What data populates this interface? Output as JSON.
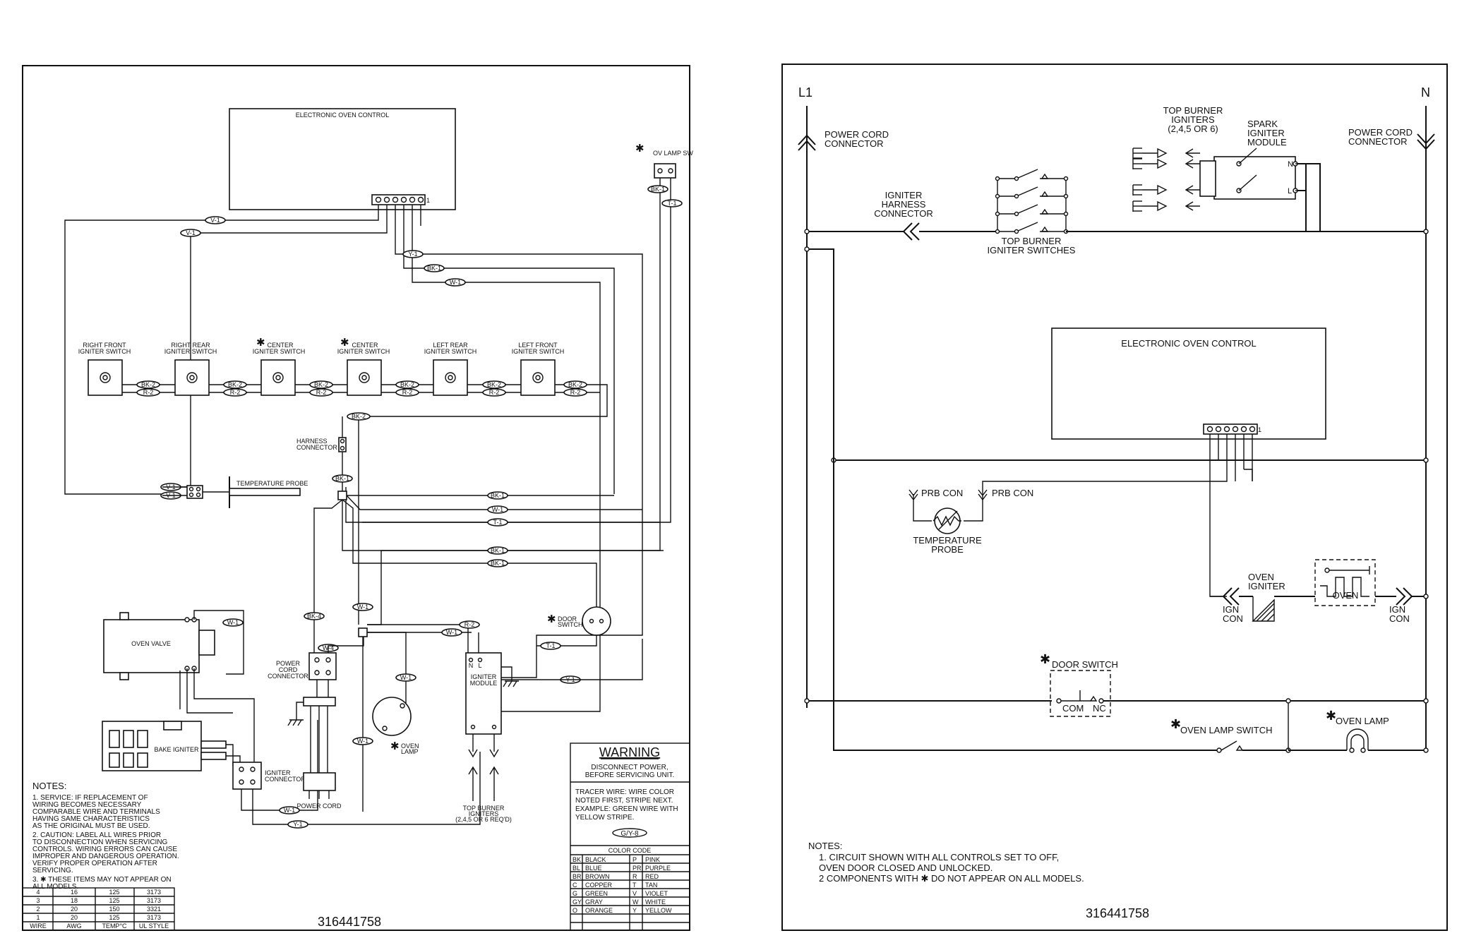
{
  "left": {
    "title": "ELECTRONIC OVEN CONTROL",
    "ov_lamp_sw": "OV LAMP SW",
    "switches": [
      {
        "l1": "RIGHT FRONT",
        "l2": "IGNITER SWITCH"
      },
      {
        "l1": "RIGHT REAR",
        "l2": "IGNITER SWITCH"
      },
      {
        "l1": "CENTER",
        "l2": "IGNITER SWITCH"
      },
      {
        "l1": "CENTER",
        "l2": "IGNITER SWITCH"
      },
      {
        "l1": "LEFT REAR",
        "l2": "IGNITER SWITCH"
      },
      {
        "l1": "LEFT FRONT",
        "l2": "IGNITER SWITCH"
      }
    ],
    "wire_bk2": "BK-2",
    "wire_r2": "R-2",
    "wire_v1": "V-1",
    "wire_y1": "Y-1",
    "wire_bk1": "BK-1",
    "wire_w1": "W-1",
    "wire_t1": "T-1",
    "wire_bk4": "BK-4",
    "wire_w4": "W-4",
    "harness_l1": "HARNESS",
    "harness_l2": "CONNECTOR",
    "temp_probe": "TEMPERATURE PROBE",
    "oven_valve": "OVEN VALVE",
    "bake_igniter": "BAKE IGNITER",
    "igniter_connector_l1": "IGNITER",
    "igniter_connector_l2": "CONNECTOR",
    "power_cord_connector_l1": "POWER",
    "power_cord_connector_l2": "CORD",
    "power_cord_connector_l3": "CONNECTOR",
    "power_cord": "POWER CORD",
    "oven_lamp_l1": "OVEN",
    "oven_lamp_l2": "LAMP",
    "door_switch_l1": "DOOR",
    "door_switch_l2": "SWITCH",
    "igniter_module_l1": "IGNITER",
    "igniter_module_l2": "MODULE",
    "top_burner_l1": "TOP BURNER",
    "top_burner_l2": "IGNITERS",
    "top_burner_l3": "(2,4,5 OR 6 REQ'D)",
    "notes_title": "NOTES:",
    "notes": [
      "1.  SERVICE:  IF REPLACEMENT OF",
      "     WIRING BECOMES NECESSARY",
      "     COMPARABLE WIRE AND TERMINALS",
      "     HAVING SAME CHARACTERISTICS",
      "     AS THE ORIGINAL MUST BE USED.",
      "2.  CAUTION:  LABEL ALL WIRES PRIOR",
      "     TO DISCONNECTION WHEN SERVICING",
      "     CONTROLS.  WIRING ERRORS CAN CAUSE",
      "     IMPROPER AND DANGEROUS OPERATION.",
      "     VERIFY PROPER OPERATION AFTER",
      "     SERVICING.",
      "3.  ✱ THESE ITEMS MAY NOT APPEAR ON",
      "     ALL MODELS."
    ],
    "wire_table": {
      "rows": [
        [
          "4",
          "16",
          "125",
          "3173"
        ],
        [
          "3",
          "18",
          "125",
          "3173"
        ],
        [
          "2",
          "20",
          "150",
          "3321"
        ],
        [
          "1",
          "20",
          "125",
          "3173"
        ]
      ],
      "header": [
        "WIRE",
        "AWG",
        "TEMP°C",
        "UL STYLE"
      ]
    },
    "part_number": "316441758",
    "warning": {
      "title": "WARNING",
      "line1": "DISCONNECT POWER,",
      "line2": "BEFORE SERVICING UNIT.",
      "tracer": [
        "TRACER WIRE:  WIRE COLOR",
        "NOTED FIRST, STRIPE NEXT.",
        "EXAMPLE:  GREEN WIRE WITH",
        "YELLOW STRIPE."
      ],
      "example": "G/Y-8"
    },
    "color_code": {
      "title": "COLOR CODE",
      "rows": [
        [
          "BK",
          "BLACK",
          "P",
          "PINK"
        ],
        [
          "BL",
          "BLUE",
          "PR",
          "PURPLE"
        ],
        [
          "BR",
          "BROWN",
          "R",
          "RED"
        ],
        [
          "C",
          "COPPER",
          "T",
          "TAN"
        ],
        [
          "G",
          "GREEN",
          "V",
          "VIOLET"
        ],
        [
          "GY",
          "GRAY",
          "W",
          "WHITE"
        ],
        [
          "O",
          "ORANGE",
          "Y",
          "YELLOW"
        ]
      ]
    }
  },
  "right": {
    "l1": "L1",
    "n": "N",
    "power_cord_connector_l1": "POWER CORD",
    "power_cord_connector_l2": "CONNECTOR",
    "igniter_harness_l1": "IGNITER",
    "igniter_harness_l2": "HARNESS",
    "igniter_harness_l3": "CONNECTOR",
    "top_burner_switches_l1": "TOP BURNER",
    "top_burner_switches_l2": "IGNITER SWITCHES",
    "top_burner_igniters_l1": "TOP BURNER",
    "top_burner_igniters_l2": "IGNITERS",
    "top_burner_igniters_l3": "(2,4,5 OR 6)",
    "spark_module_l1": "SPARK",
    "spark_module_l2": "IGNITER",
    "spark_module_l3": "MODULE",
    "module_n": "N",
    "module_l": "L",
    "eoc": "ELECTRONIC OVEN CONTROL",
    "prb_con": "PRB CON",
    "temp_probe_l1": "TEMPERATURE",
    "temp_probe_l2": "PROBE",
    "oven_igniter_l1": "OVEN",
    "oven_igniter_l2": "IGNITER",
    "ign_con_l1": "IGN",
    "ign_con_l2": "CON",
    "oven": "OVEN",
    "door_switch": "DOOR SWITCH",
    "com": "COM",
    "nc": "NC",
    "oven_lamp_switch": "OVEN LAMP SWITCH",
    "oven_lamp": "OVEN LAMP",
    "notes_title": "NOTES:",
    "notes": [
      "1. CIRCUIT SHOWN WITH ALL CONTROLS SET TO OFF,",
      "    OVEN DOOR CLOSED AND UNLOCKED.",
      "2  COMPONENTS WITH ✱ DO NOT APPEAR ON ALL MODELS."
    ],
    "part_number": "316441758"
  },
  "star": "✱",
  "pin_one": "1"
}
